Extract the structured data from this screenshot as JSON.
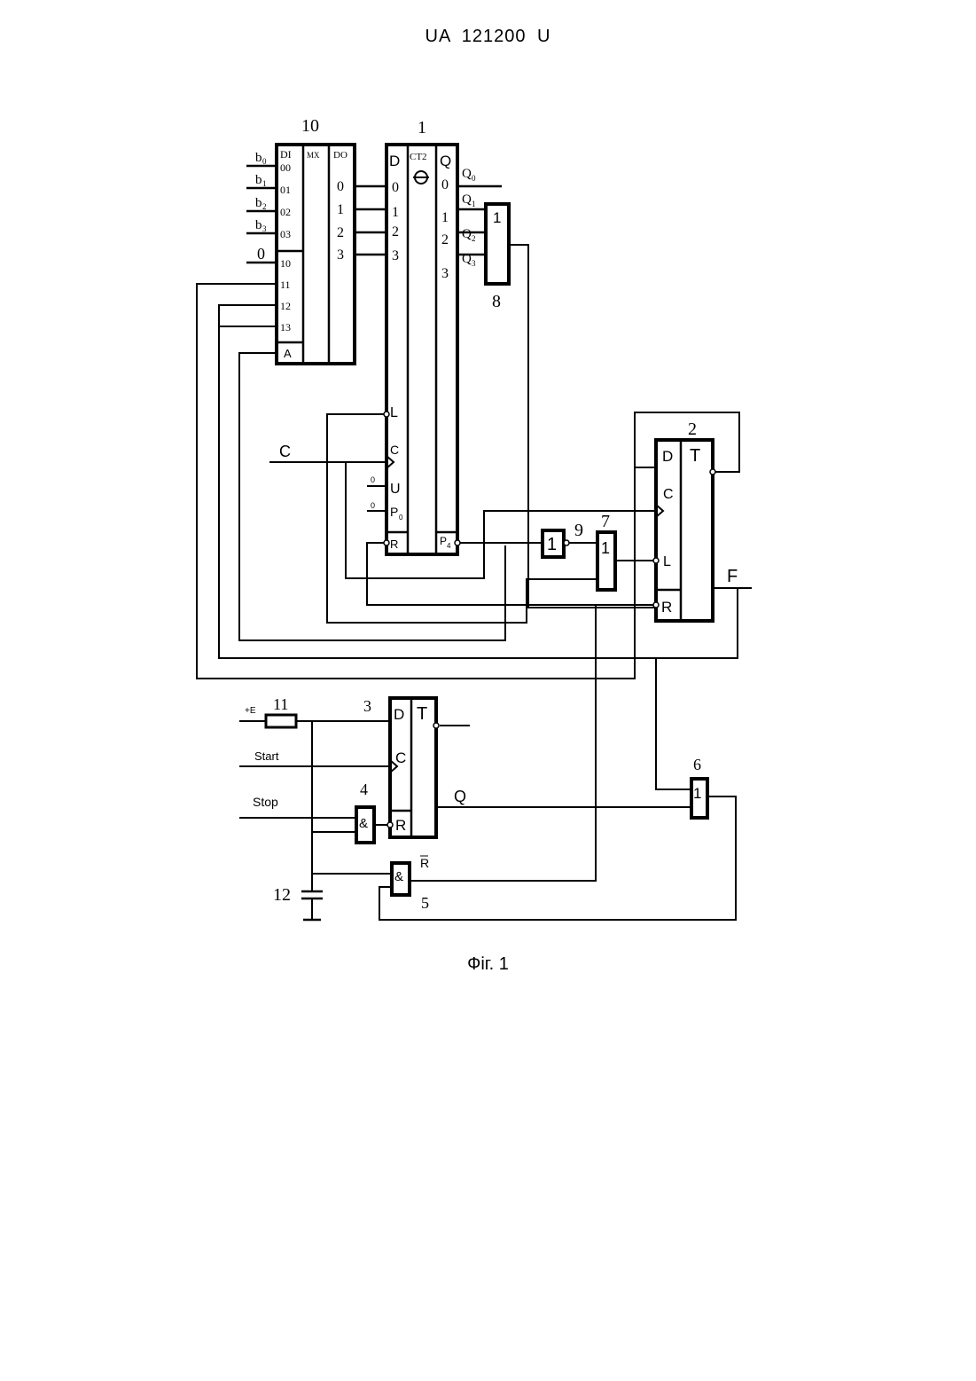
{
  "header": {
    "doc_number": "UA   121200   U"
  },
  "caption": "Фіг. 1",
  "blocks": [
    {
      "number": "10",
      "labels": [
        "DI",
        "MX",
        "DO",
        "00",
        "01",
        "02",
        "03",
        "10",
        "11",
        "12",
        "13",
        "A",
        "0",
        "1",
        "2",
        "3"
      ]
    },
    {
      "number": "1",
      "labels": [
        "D",
        "CT2",
        "Q",
        "0",
        "1",
        "2",
        "3",
        "0",
        "1",
        "2",
        "3",
        "L",
        "C",
        "U",
        "P",
        "R",
        "P"
      ]
    },
    {
      "number": "8",
      "labels": [
        "1"
      ]
    },
    {
      "number": "9",
      "labels": [
        "1"
      ]
    },
    {
      "number": "7",
      "labels": [
        "1"
      ]
    },
    {
      "number": "2",
      "labels": [
        "D",
        "T",
        "C",
        "L",
        "R"
      ]
    },
    {
      "number": "3",
      "labels": [
        "D",
        "T",
        "C",
        "R"
      ]
    },
    {
      "number": "4",
      "labels": [
        "&"
      ]
    },
    {
      "number": "5",
      "labels": [
        "&"
      ]
    },
    {
      "number": "6",
      "labels": [
        "1"
      ]
    },
    {
      "number": "11",
      "labels": []
    },
    {
      "number": "12",
      "labels": []
    }
  ],
  "signals": {
    "b0": "b",
    "b0_sub": "0",
    "b1": "b",
    "b1_sub": "1",
    "b2": "b",
    "b2_sub": "2",
    "b3": "b",
    "b3_sub": "3",
    "zero_in": "0",
    "Q0": "Q",
    "Q0_sub": "0",
    "Q1": "Q",
    "Q1_sub": "1",
    "Q2": "Q",
    "Q2_sub": "2",
    "Q3": "Q",
    "Q3_sub": "3",
    "P_sub_in": "0",
    "P_sub_out": "4",
    "U_zero": "0",
    "P_zero": "0",
    "clock": "C",
    "F": "F",
    "plusE": "+E",
    "start": "Start",
    "stop": "Stop",
    "Q_out": "Q",
    "R_bar": "R"
  }
}
